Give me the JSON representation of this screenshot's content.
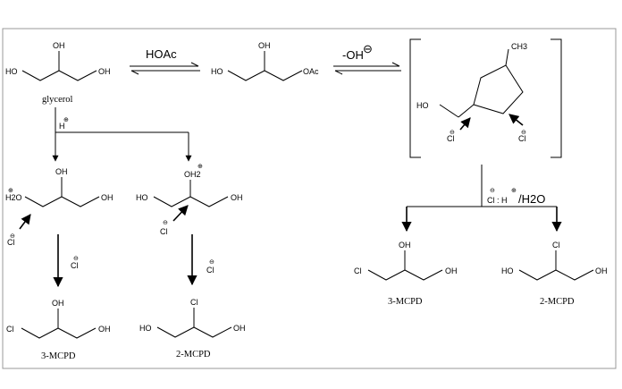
{
  "reagents": {
    "hoac": "HOAc",
    "hydroxide": "-OH",
    "acid_conditions": "Cl  :  H",
    "water": "/H2O"
  },
  "atoms": {
    "oh": "OH",
    "ho": "HO",
    "oac": "OAc",
    "cl": "Cl",
    "ch3": "CH3",
    "h2o": "H2O",
    "oh2": "OH2",
    "h_plus": "H"
  },
  "charges": {
    "plus": "⊕",
    "minus": "⊖"
  },
  "compounds": {
    "glycerol": "glycerol",
    "mcpd3": "3-MCPD",
    "mcpd2": "2-MCPD"
  }
}
